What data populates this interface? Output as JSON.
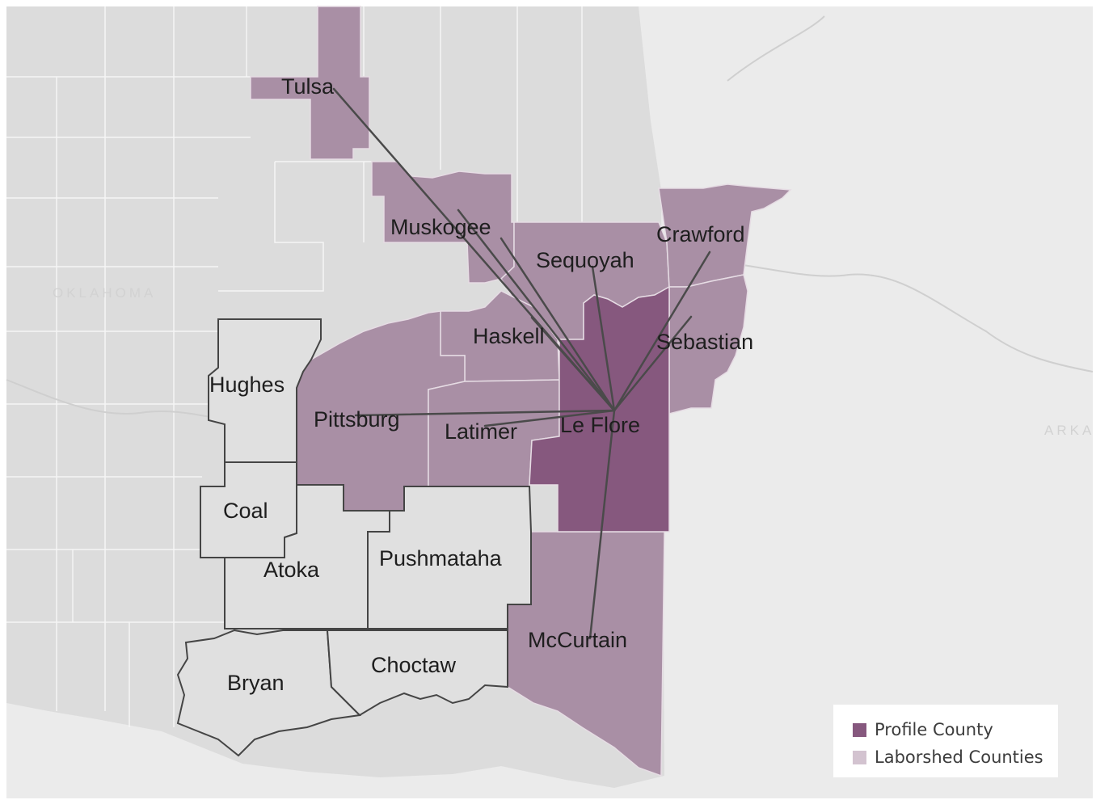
{
  "colors": {
    "profile": "#86587e",
    "laborshed": "#a98fa5",
    "laborshed_legend": "#d3c3d0",
    "other_county": "#dadada",
    "background": "#ebebeb",
    "connector": "#4a4a4a"
  },
  "map": {
    "background_labels": {
      "state_west": "OKLAHOMA",
      "state_east": "ARKA"
    },
    "profile_county": "Le Flore",
    "laborshed_counties": [
      "Tulsa",
      "Muskogee",
      "Sequoyah",
      "Crawford",
      "Haskell",
      "Sebastian",
      "Pittsburg",
      "Latimer",
      "McCurtain"
    ],
    "other_labeled_counties": [
      "Hughes",
      "Coal",
      "Atoka",
      "Pushmataha",
      "Bryan",
      "Choctaw"
    ]
  },
  "legend": {
    "items": [
      {
        "label": "Profile County",
        "color": "#86587e"
      },
      {
        "label": "Laborshed Counties",
        "color": "#d3c3d0"
      }
    ]
  }
}
